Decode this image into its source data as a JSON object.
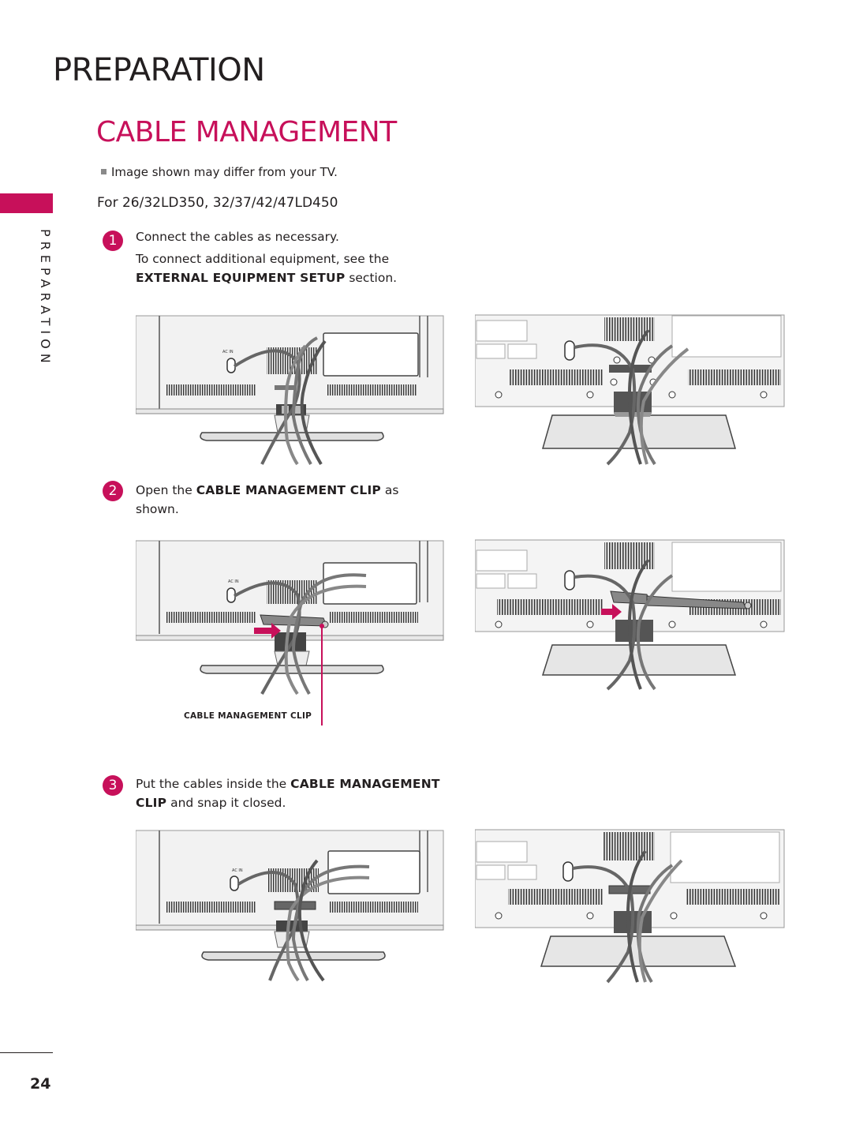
{
  "header": {
    "title": "PREPARATION"
  },
  "section": {
    "title": "CABLE MANAGEMENT"
  },
  "side_tab": {
    "label": "PREPARATION"
  },
  "note": {
    "text": "Image shown may differ from your TV."
  },
  "model_heading": "For 26/32LD350, 32/37/42/47LD450",
  "steps": [
    {
      "number": "1",
      "line1": "Connect the cables as necessary.",
      "line2": "To connect additional equipment, see the",
      "bold": "EXTERNAL EQUIPMENT SETUP",
      "line3_end": " section."
    },
    {
      "number": "2",
      "pre": "Open the ",
      "bold": "CABLE MANAGEMENT CLIP",
      "post": " as",
      "line2": "shown."
    },
    {
      "number": "3",
      "pre": "Put the cables inside the ",
      "bold1": "CABLE MANAGEMENT",
      "bold2": "CLIP",
      "post": " and snap it closed."
    }
  ],
  "figures": {
    "ac_in_label": "AC IN",
    "clip_callout": "CABLE MANAGEMENT CLIP"
  },
  "colors": {
    "accent": "#c7105a",
    "text": "#231f20"
  },
  "footer": {
    "page_number": "24"
  }
}
